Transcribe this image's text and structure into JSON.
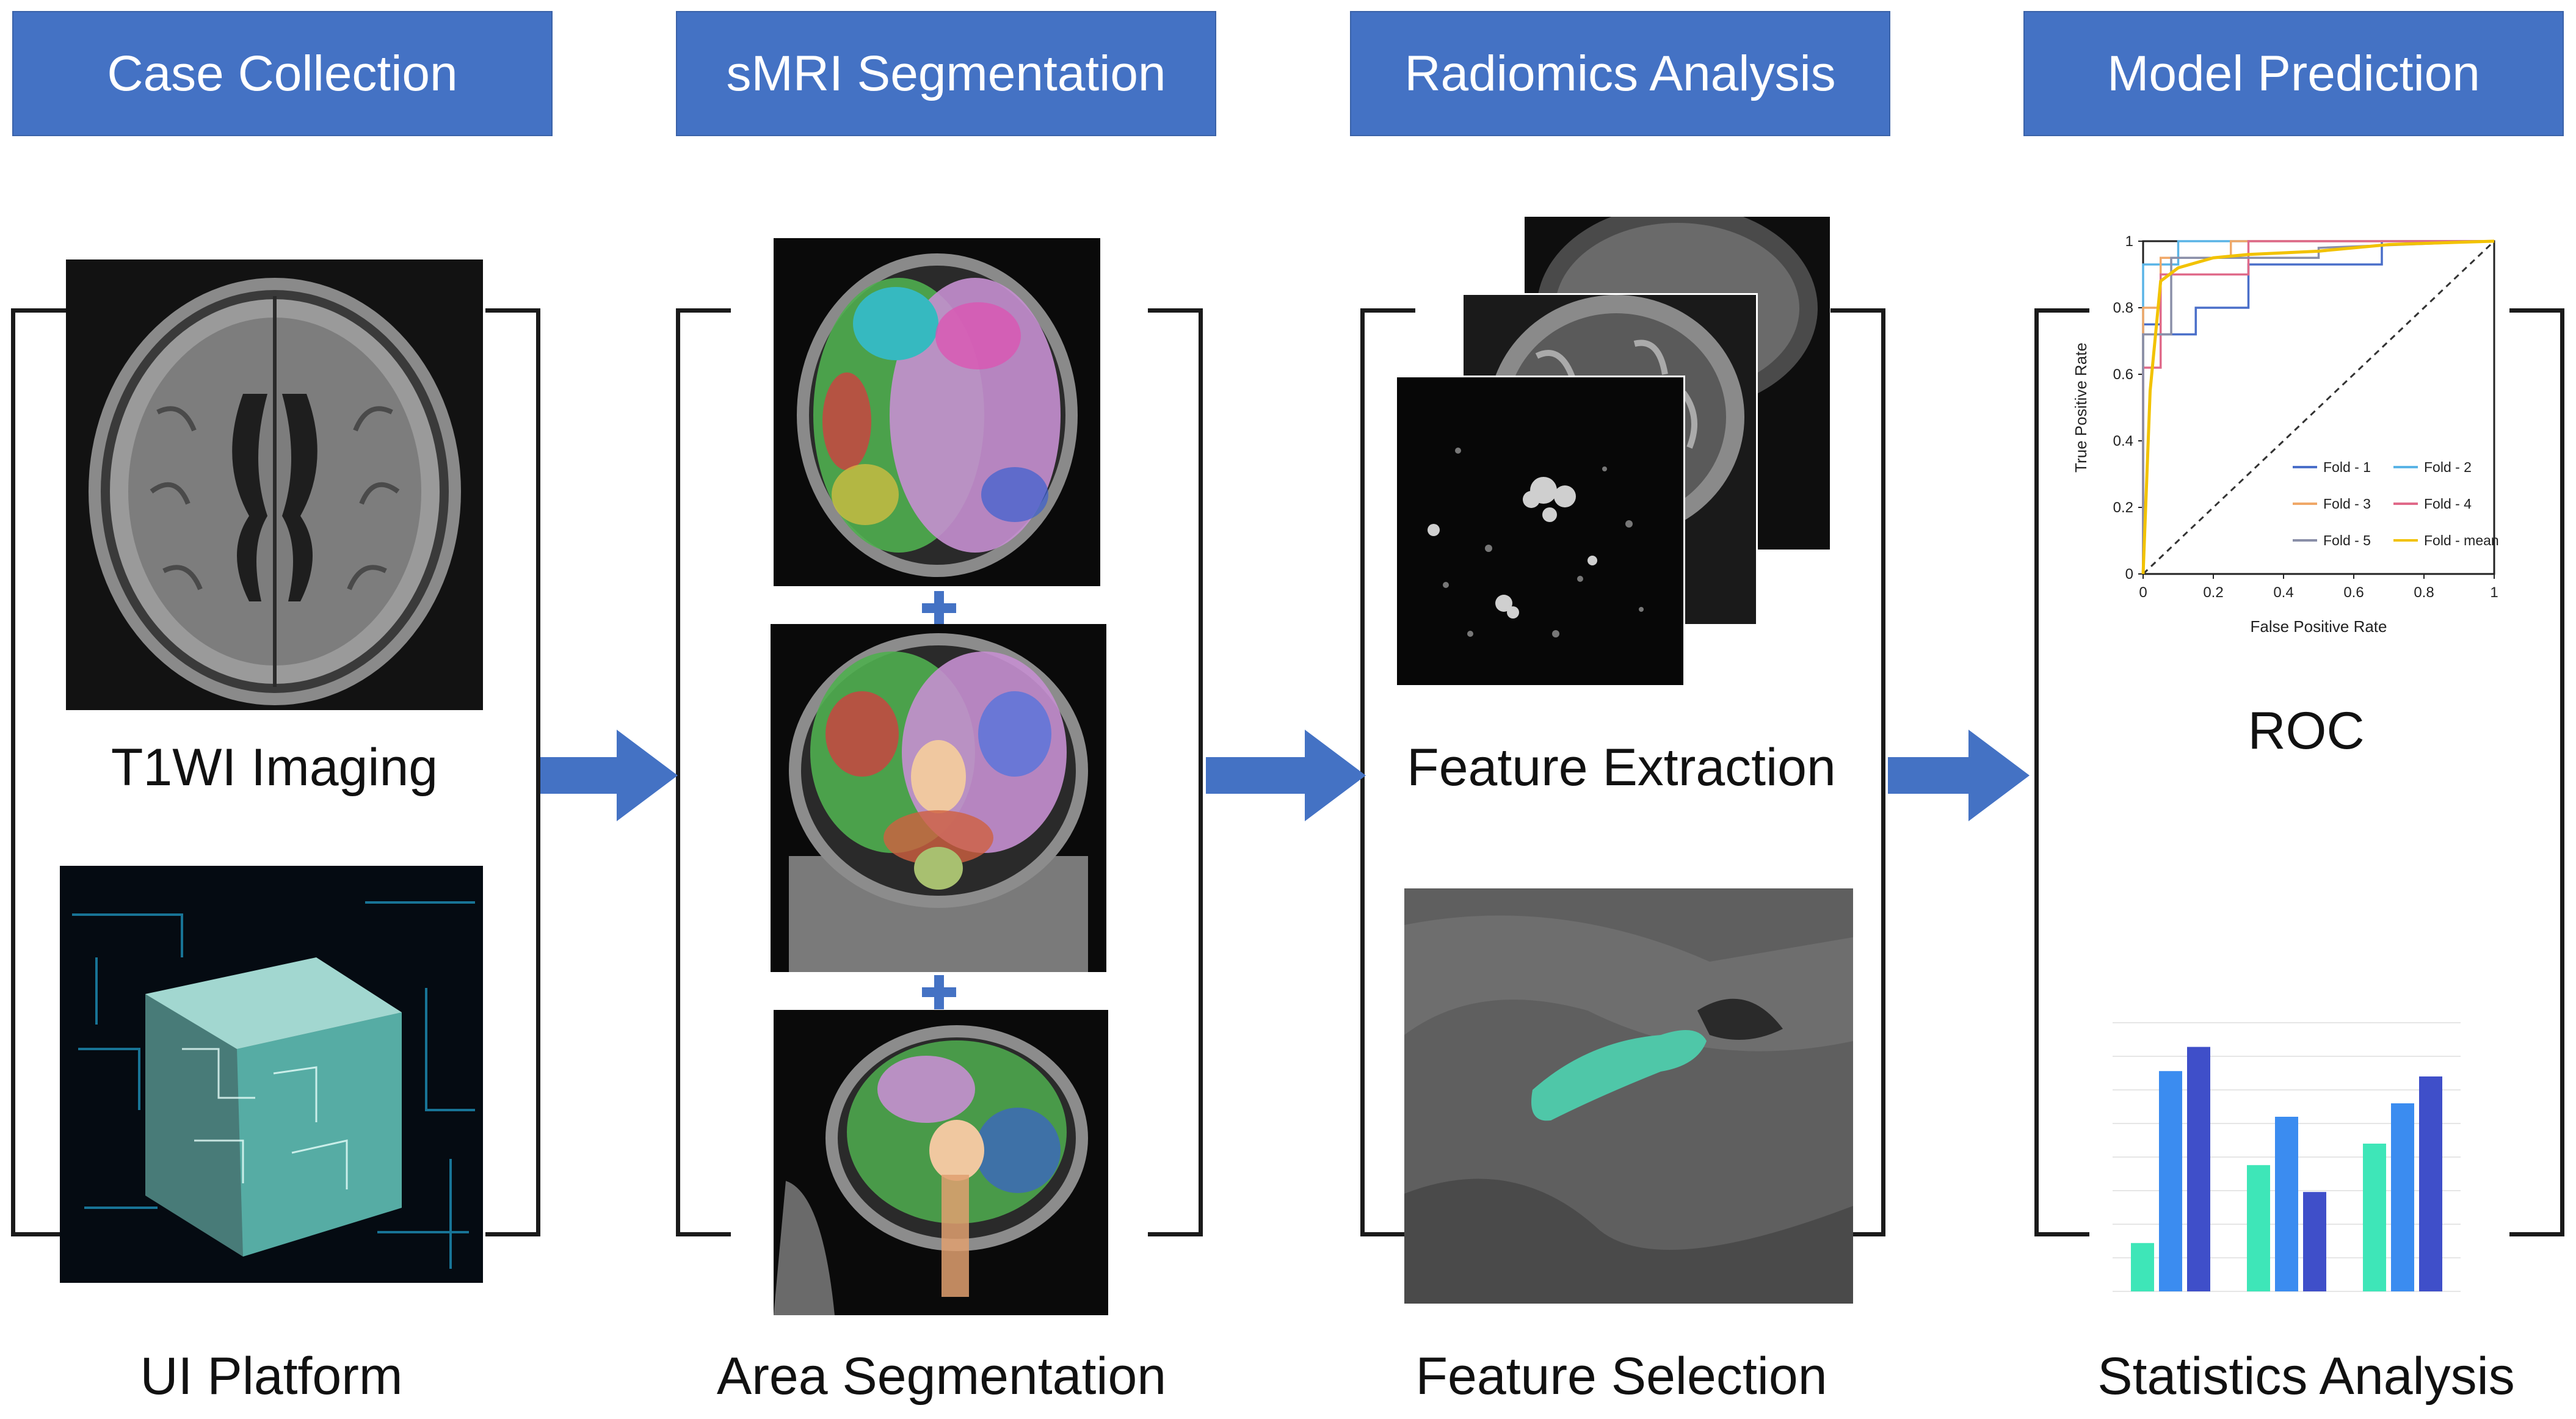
{
  "stages": {
    "case_collection": "Case Collection",
    "smri_segmentation": "sMRI Segmentation",
    "radiomics_analysis": "Radiomics Analysis",
    "model_prediction": "Model Prediction"
  },
  "labels": {
    "t1wi_imaging": "T1WI Imaging",
    "ui_platform": "UI Platform",
    "area_segmentation": "Area Segmentation",
    "feature_extraction": "Feature Extraction",
    "feature_selection": "Feature Selection",
    "roc": "ROC",
    "statistics_analysis": "Statistics Analysis"
  },
  "colors": {
    "header_blue": "#4472C4",
    "arrow_blue": "#4472C4",
    "bar_teal": "#3ee6b8",
    "bar_blue": "#3b8cf0",
    "bar_navy": "#3f4fc9"
  },
  "chart_data": [
    {
      "type": "line",
      "title": "",
      "xlabel": "False Positive Rate",
      "ylabel": "True Positive Rate",
      "xlim": [
        0,
        1
      ],
      "ylim": [
        0,
        1
      ],
      "xticks": [
        "0",
        "0.2",
        "0.4",
        "0.6",
        "0.8",
        "1"
      ],
      "yticks": [
        "0",
        "0.2",
        "0.4",
        "0.6",
        "0.8",
        "1"
      ],
      "grid": false,
      "legend_position": "bottom-right",
      "series": [
        {
          "name": "Fold - 1",
          "color": "#4a6fc9",
          "x": [
            0,
            0,
            0.05,
            0.05,
            0.15,
            0.15,
            0.3,
            0.3,
            0.68,
            0.68,
            1
          ],
          "y": [
            0,
            0.75,
            0.75,
            0.72,
            0.72,
            0.8,
            0.8,
            0.93,
            0.93,
            1,
            1
          ]
        },
        {
          "name": "Fold - 2",
          "color": "#5ab4e6",
          "x": [
            0,
            0,
            0.1,
            0.1,
            1
          ],
          "y": [
            0,
            0.93,
            0.93,
            1,
            1
          ]
        },
        {
          "name": "Fold - 3",
          "color": "#f0a868",
          "x": [
            0,
            0,
            0.05,
            0.05,
            0.25,
            0.25,
            1
          ],
          "y": [
            0,
            0.8,
            0.8,
            0.95,
            0.95,
            1,
            1
          ]
        },
        {
          "name": "Fold - 4",
          "color": "#e06a8a",
          "x": [
            0,
            0,
            0.05,
            0.05,
            0.3,
            0.3,
            1
          ],
          "y": [
            0,
            0.62,
            0.62,
            0.9,
            0.9,
            1,
            1
          ]
        },
        {
          "name": "Fold - 5",
          "color": "#8a8fa8",
          "x": [
            0,
            0,
            0.08,
            0.08,
            0.5,
            0.5,
            1
          ],
          "y": [
            0,
            0.72,
            0.72,
            0.95,
            0.95,
            0.98,
            1
          ]
        },
        {
          "name": "Fold - mean",
          "color": "#f2c200",
          "x": [
            0,
            0.02,
            0.05,
            0.1,
            0.2,
            0.3,
            0.5,
            0.7,
            1
          ],
          "y": [
            0,
            0.55,
            0.88,
            0.92,
            0.95,
            0.96,
            0.97,
            0.99,
            1
          ]
        }
      ]
    },
    {
      "type": "bar",
      "title": "",
      "xlabel": "",
      "ylabel": "",
      "grid": true,
      "groups": [
        {
          "values": [
            0.18,
            0.82,
            0.91
          ]
        },
        {
          "values": [
            0.47,
            0.65,
            0.37
          ]
        },
        {
          "values": [
            0.55,
            0.7,
            0.8
          ]
        }
      ],
      "ylim": [
        0,
        1
      ]
    }
  ],
  "icons": {
    "arrow": "right-arrow-icon",
    "plus": "plus-icon"
  }
}
